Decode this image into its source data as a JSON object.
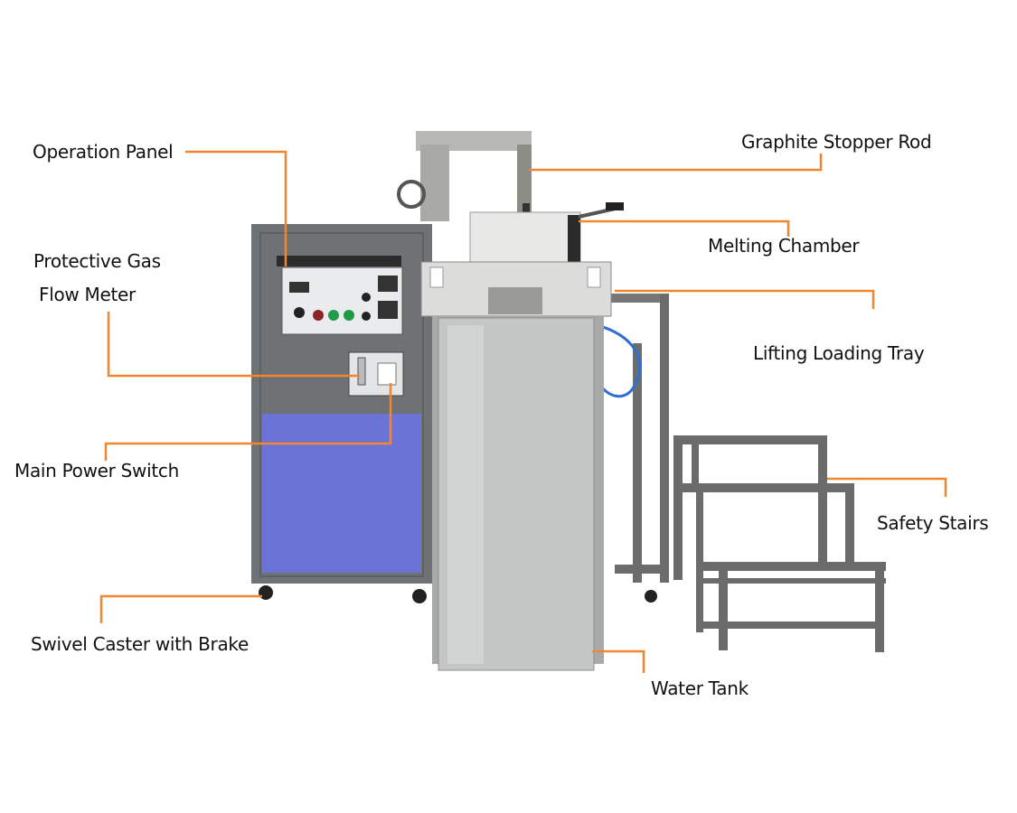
{
  "accent_color": "#f0862f",
  "labels": {
    "operation_panel": "Operation Panel",
    "graphite_stopper_rod": "Graphite Stopper Rod",
    "melting_chamber": "Melting Chamber",
    "protective_gas_line1": "Protective Gas",
    "protective_gas_line2": "Flow Meter",
    "lifting_loading_tray": "Lifting Loading Tray",
    "main_power_switch": "Main Power Switch",
    "safety_stairs": "Safety Stairs",
    "swivel_caster": "Swivel Caster with Brake",
    "water_tank": "Water Tank"
  }
}
